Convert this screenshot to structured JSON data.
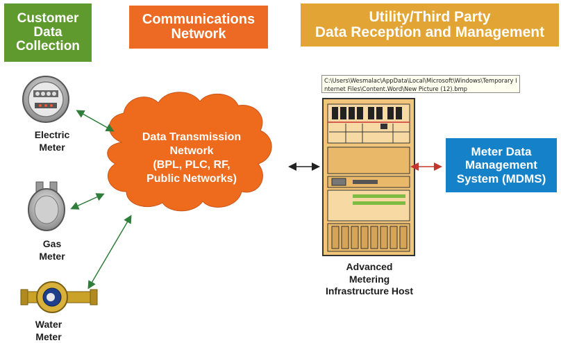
{
  "headers": {
    "customer": [
      "Customer",
      "Data",
      "Collection"
    ],
    "communications": [
      "Communications",
      "Network"
    ],
    "utility": [
      "Utility/Third Party",
      "Data Reception and Management"
    ]
  },
  "devices": {
    "electric": [
      "Electric",
      "Meter"
    ],
    "gas": [
      "Gas",
      "Meter"
    ],
    "water": [
      "Water",
      "Meter"
    ]
  },
  "cloud": [
    "Data Transmission",
    "Network",
    "(BPL, PLC, RF,",
    "Public Networks)"
  ],
  "host": [
    "Advanced",
    "Metering",
    "Infrastructure Host"
  ],
  "mdms": [
    "Meter Data",
    "Management",
    "System (MDMS)"
  ],
  "tooltip": "C:\\Users\\Wesmalac\\AppData\\Local\\Microsoft\\Windows\\Temporary Internet Files\\Content.Word\\New Picture (12).bmp",
  "colors": {
    "customer_header": "#5f9a2e",
    "communications_header": "#ec6a24",
    "utility_header": "#e2a434",
    "mdms": "#1581c9",
    "cloud": "#ee6a1c",
    "arrow_green": "#2e7d3a",
    "arrow_black": "#222222",
    "arrow_red": "#c0392b"
  }
}
